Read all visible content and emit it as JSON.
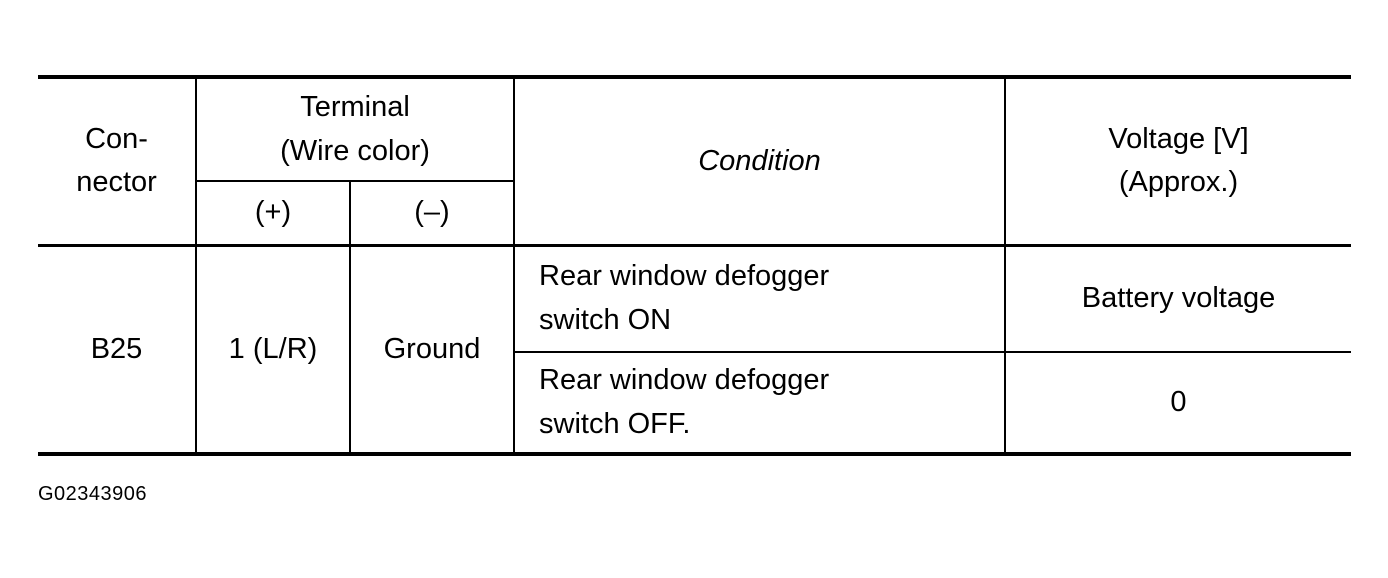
{
  "table": {
    "headers": {
      "connector_line1": "Con-",
      "connector_line2": "nector",
      "terminal_line1": "Terminal",
      "terminal_line2": "(Wire color)",
      "positive": "(+)",
      "negative": "(–)",
      "condition": "Condition",
      "voltage_line1": "Voltage [V]",
      "voltage_line2": "(Approx.)"
    },
    "rows": [
      {
        "connector": "B25",
        "terminal_positive": "1 (L/R)",
        "terminal_negative": "Ground",
        "condition_line1": "Rear window defogger",
        "condition_line2": "switch ON",
        "voltage": "Battery voltage"
      },
      {
        "condition_line1": "Rear window defogger",
        "condition_line2": "switch OFF.",
        "voltage": "0"
      }
    ]
  },
  "figure_code": "G02343906"
}
